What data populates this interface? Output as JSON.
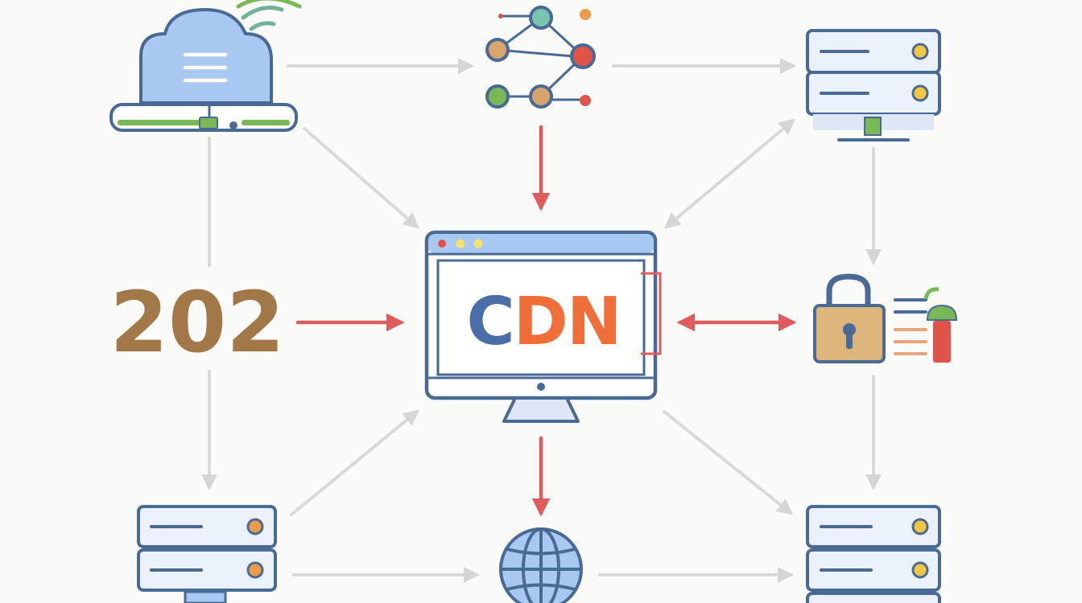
{
  "diagram": {
    "status_code": "202",
    "cdn_letters": {
      "c": "C",
      "d": "D",
      "n": "N"
    }
  },
  "colors": {
    "background": "#fbfbfa",
    "outline": "#4a6a96",
    "cloud_fill": "#a9c8f2",
    "panel_fill": "#eaf1fb",
    "highlight_arrow": "#e05c5c",
    "neutral_arrow": "#d6d6d6",
    "status_brown": "#a37848",
    "cdn_blue": "#4a6ea7",
    "cdn_orange": "#ef6e3a",
    "server_light": "#f2c744",
    "server_light_orange": "#ef9a4a",
    "lock_fill": "#ddb47a",
    "green": "#79b856",
    "red": "#e05348"
  },
  "icons": [
    "cloud-server-icon",
    "network-graph-icon",
    "server-icon",
    "monitor-cdn-icon",
    "padlock-icon",
    "globe-icon"
  ]
}
